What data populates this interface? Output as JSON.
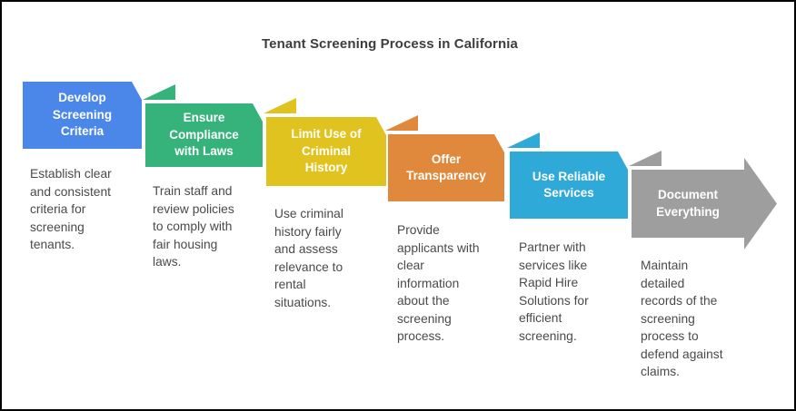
{
  "title": "Tenant Screening Process in California",
  "canvas": {
    "background": "#ffffff",
    "border_color": "#000000",
    "title_color": "#3d3d3d",
    "description_text_color": "#4a4a4a",
    "label_text_color": "#ffffff"
  },
  "steps": [
    {
      "label": "Develop\nScreening\nCriteria",
      "description": "Establish clear\nand consistent\ncriteria for\nscreening\ntenants.",
      "color": "#4a87e8"
    },
    {
      "label": "Ensure\nCompliance\nwith Laws",
      "description": "Train staff and\nreview policies\nto comply with\nfair housing\nlaws.",
      "color": "#35b37b"
    },
    {
      "label": "Limit Use of\nCriminal\nHistory",
      "description": "Use criminal\nhistory fairly\nand assess\nrelevance to\nrental\nsituations.",
      "color": "#e0c31e"
    },
    {
      "label": "Offer\nTransparency",
      "description": "Provide\napplicants with\nclear\ninformation\nabout the\nscreening\nprocess.",
      "color": "#e0893c"
    },
    {
      "label": "Use Reliable\nServices",
      "description": "Partner with\nservices like\nRapid Hire\nSolutions for\nefficient\nscreening.",
      "color": "#2ea9d8"
    },
    {
      "label": "Document\nEverything",
      "description": "Maintain\ndetailed\nrecords of the\nscreening\nprocess to\ndefend against\nclaims.",
      "color": "#9e9e9e"
    }
  ]
}
